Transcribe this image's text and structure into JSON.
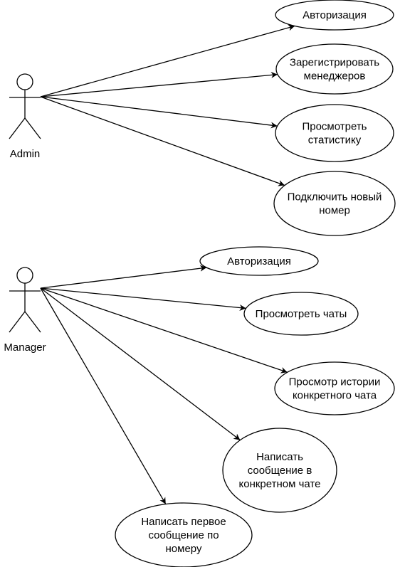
{
  "actors": [
    {
      "id": "admin",
      "name": "Admin"
    },
    {
      "id": "manager",
      "name": "Manager"
    }
  ],
  "use_cases": [
    {
      "id": "admin-auth",
      "actor": "admin",
      "lines": [
        "Авторизация"
      ]
    },
    {
      "id": "admin-register-managers",
      "actor": "admin",
      "lines": [
        "Зарегистрировать",
        "менеджеров"
      ]
    },
    {
      "id": "admin-view-stats",
      "actor": "admin",
      "lines": [
        "Просмотреть",
        "статистику"
      ]
    },
    {
      "id": "admin-connect-number",
      "actor": "admin",
      "lines": [
        "Подключить новый",
        "номер"
      ]
    },
    {
      "id": "manager-auth",
      "actor": "manager",
      "lines": [
        "Авторизация"
      ]
    },
    {
      "id": "manager-view-chats",
      "actor": "manager",
      "lines": [
        "Просмотреть чаты"
      ]
    },
    {
      "id": "manager-chat-history",
      "actor": "manager",
      "lines": [
        "Просмотр истории",
        "конкретного чата"
      ]
    },
    {
      "id": "manager-write-in-chat",
      "actor": "manager",
      "lines": [
        "Написать",
        "сообщение в",
        "конкретном чате"
      ]
    },
    {
      "id": "manager-first-message",
      "actor": "manager",
      "lines": [
        "Написать первое",
        "сообщение по",
        "номеру"
      ]
    }
  ]
}
